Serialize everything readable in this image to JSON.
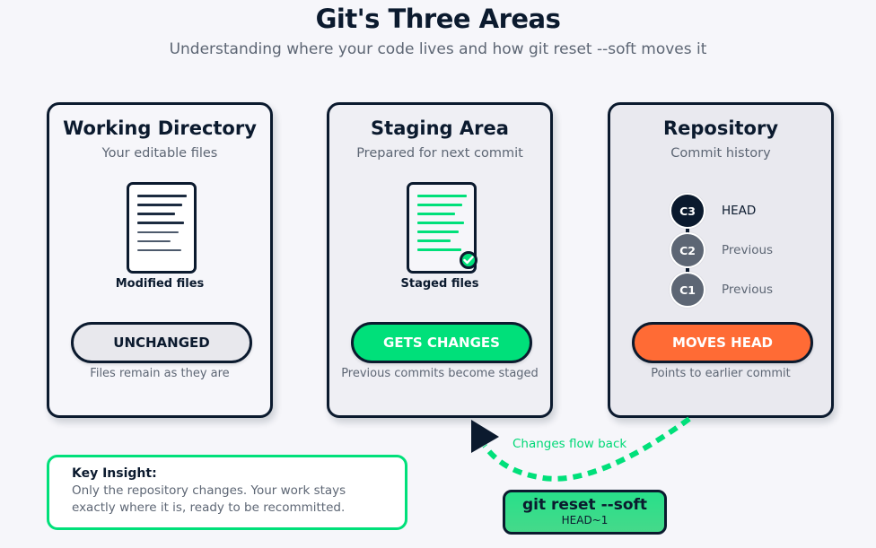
{
  "header": {
    "title": "Git's Three Areas",
    "subtitle": "Understanding where your code lives and how git reset --soft moves it"
  },
  "areas": [
    {
      "title": "Working Directory",
      "subtitle": "Your editable files",
      "icon": "document-icon",
      "icon_label": "Modified files",
      "status": "UNCHANGED",
      "caption": "Files remain as they are",
      "status_color": "#e8e8ed"
    },
    {
      "title": "Staging Area",
      "subtitle": "Prepared for next commit",
      "icon": "staged-document-icon",
      "icon_label": "Staged files",
      "status": "GETS CHANGES",
      "caption": "Previous commits become staged",
      "status_color": "#00e07a"
    },
    {
      "title": "Repository",
      "subtitle": "Commit history",
      "status": "MOVES HEAD",
      "caption": "Points to earlier commit",
      "status_color": "#ff6b35",
      "commits": [
        {
          "id": "C3",
          "label": "HEAD",
          "color": "#0b1a2e"
        },
        {
          "id": "C2",
          "label": "Previous",
          "color": "#5d6674"
        },
        {
          "id": "C1",
          "label": "Previous",
          "color": "#5d6674"
        }
      ]
    }
  ],
  "flow": {
    "label": "Changes flow back",
    "color": "#00e07a"
  },
  "command": {
    "main": "git reset --soft",
    "arg": "HEAD~1"
  },
  "insight": {
    "title": "Key Insight:",
    "text": "Only the repository changes. Your work stays exactly where it is, ready to be recommitted."
  },
  "colors": {
    "ink": "#0b1a2e",
    "muted": "#5d6674",
    "green": "#00e07a",
    "orange": "#ff6b35",
    "background": "#f6f6fa"
  }
}
